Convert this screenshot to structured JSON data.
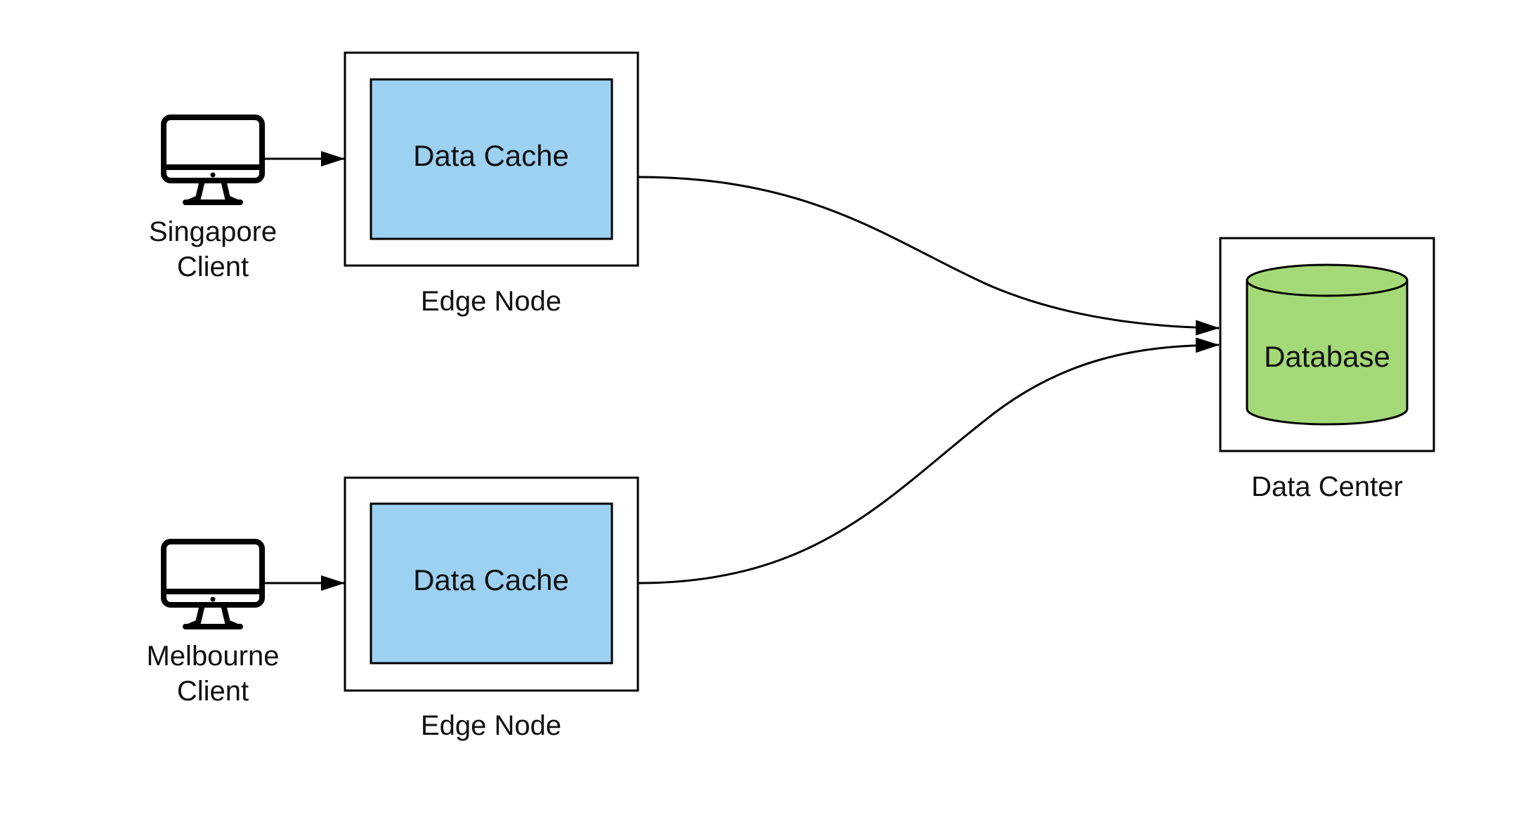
{
  "clients": [
    {
      "name_line1": "Singapore",
      "name_line2": "Client"
    },
    {
      "name_line1": "Melbourne",
      "name_line2": "Client"
    }
  ],
  "edge_nodes": [
    {
      "label": "Edge Node",
      "cache_label": "Data Cache"
    },
    {
      "label": "Edge Node",
      "cache_label": "Data Cache"
    }
  ],
  "data_center": {
    "label": "Data Center",
    "database_label": "Database"
  },
  "colors": {
    "cache_fill": "#9DD1F2",
    "database_fill": "#A3D977",
    "stroke": "#000000"
  },
  "icons": {
    "client": "desktop-monitor-icon",
    "database": "database-cylinder-icon"
  }
}
